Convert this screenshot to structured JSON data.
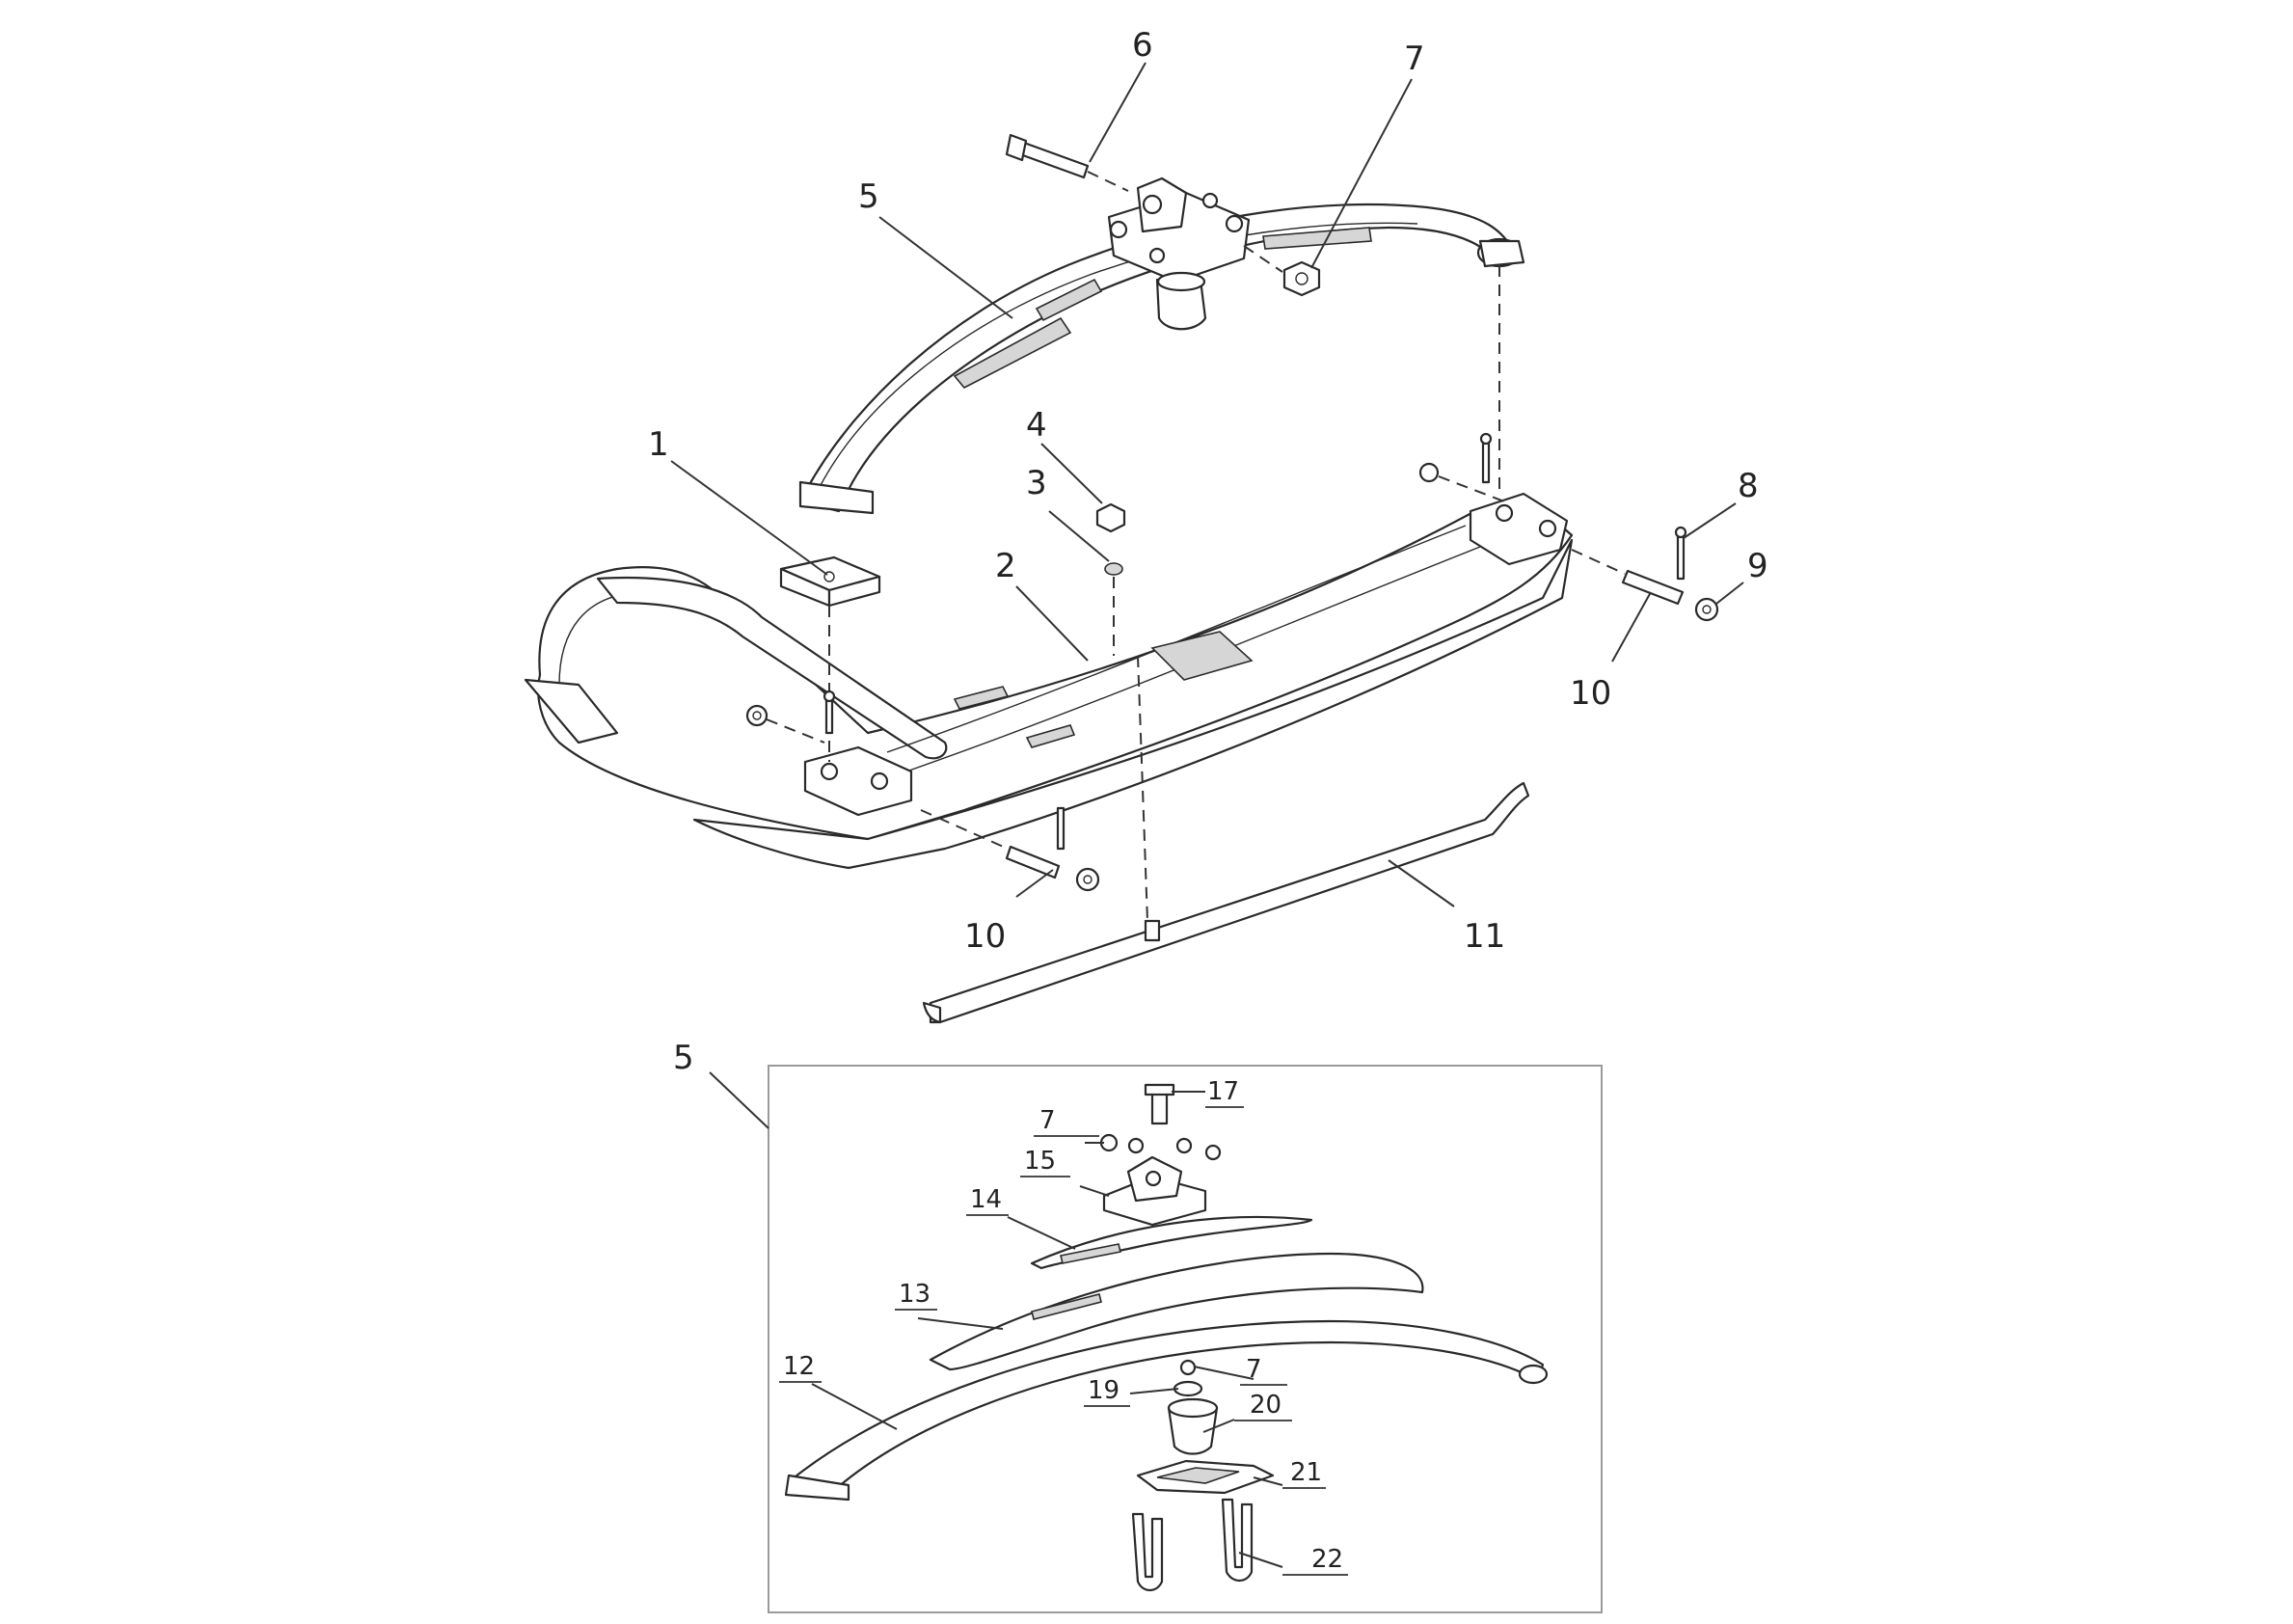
{
  "callouts": {
    "c1": "1",
    "c2": "2",
    "c3": "3",
    "c4": "4",
    "c5_top": "5",
    "c6": "6",
    "c7_top": "7",
    "c8": "8",
    "c9": "9",
    "c10_right": "10",
    "c10_left": "10",
    "c11": "11",
    "c5_inset": "5",
    "c7_inset_a": "7",
    "c7_inset_b": "7",
    "c12": "12",
    "c13": "13",
    "c14": "14",
    "c15": "15",
    "c17": "17",
    "c19": "19",
    "c20": "20",
    "c21": "21",
    "c22": "22"
  },
  "colors": {
    "line": "#2a2a2a",
    "inset_border": "#9a9a9a",
    "background": "#ffffff"
  }
}
